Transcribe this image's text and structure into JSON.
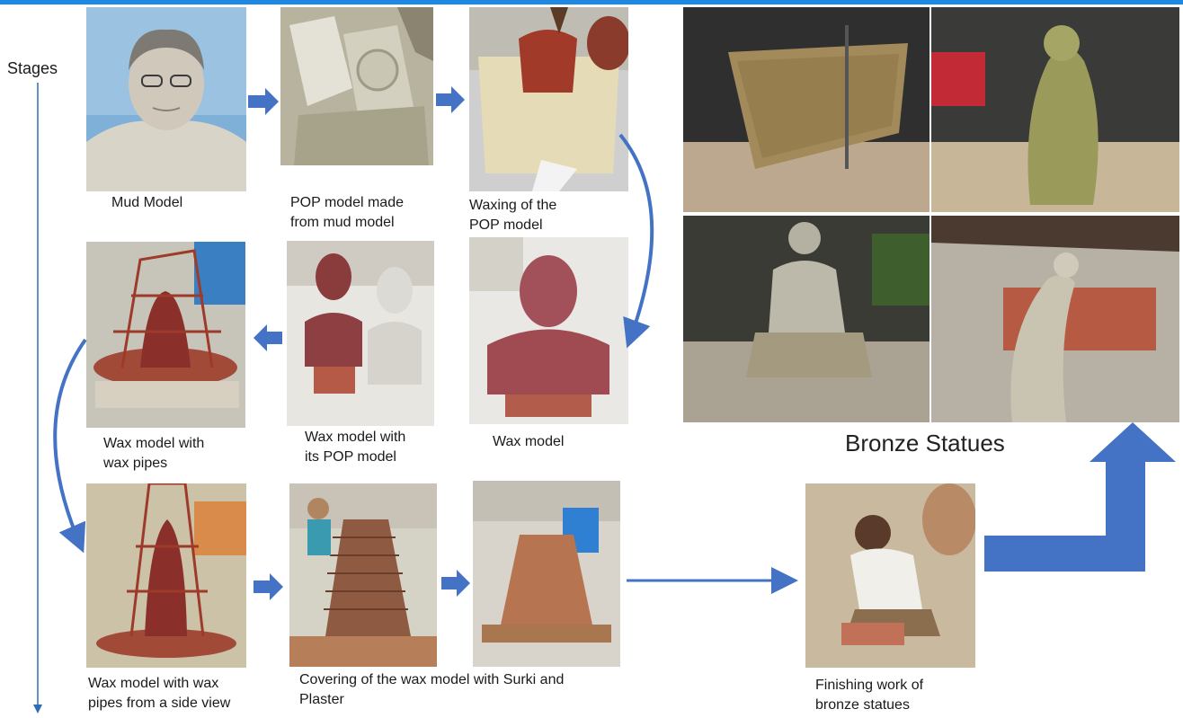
{
  "colors": {
    "top_bar": "#1e88e5",
    "arrow": "#4472c4",
    "stages_line": "#2e6db4"
  },
  "stages_label": "Stages",
  "stages_axis_icon": "down-arrow-icon",
  "captions": {
    "mud_model": "Mud Model",
    "pop_model": "POP model made\nfrom mud model",
    "waxing_pop": "Waxing of the\nPOP model",
    "wax_model": "Wax model",
    "wax_with_pop": "Wax model with\nits POP model",
    "wax_with_pipes": "Wax model with\nwax pipes",
    "wax_pipes_side": "Wax model with wax\npipes from a side view",
    "covering": "Covering of the wax model with Surki and\nPlaster",
    "finishing": "Finishing work of\nbronze statues"
  },
  "bronze_title": "Bronze Statues"
}
